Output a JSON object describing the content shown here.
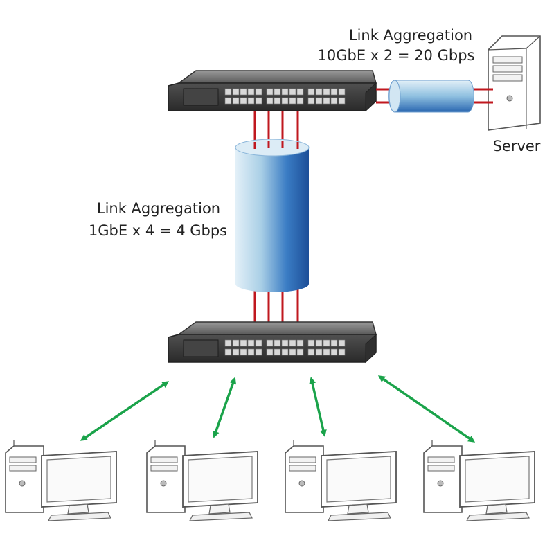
{
  "labels": {
    "top_aggregation_title": "Link Aggregation",
    "top_aggregation_detail": "10GbE x 2 = 20 Gbps",
    "mid_aggregation_title": "Link Aggregation",
    "mid_aggregation_detail": "1GbE x 4 = 4 Gbps",
    "server": "Server"
  },
  "colors": {
    "link_red": "#c0181f",
    "arrow_green": "#1aa34a",
    "pipe_dark": "#1f5eab",
    "pipe_light": "#dcecf6",
    "switch_body": "#3c3c3c",
    "device_outline": "#555555"
  },
  "nodes": [
    {
      "id": "top-switch",
      "type": "switch"
    },
    {
      "id": "bottom-switch",
      "type": "switch"
    },
    {
      "id": "server",
      "type": "server"
    },
    {
      "id": "pc-1",
      "type": "workstation"
    },
    {
      "id": "pc-2",
      "type": "workstation"
    },
    {
      "id": "pc-3",
      "type": "workstation"
    },
    {
      "id": "pc-4",
      "type": "workstation"
    }
  ],
  "links": [
    {
      "from": "top-switch",
      "to": "server",
      "count": 2,
      "kind": "aggregated"
    },
    {
      "from": "top-switch",
      "to": "bottom-switch",
      "count": 4,
      "kind": "aggregated"
    },
    {
      "from": "bottom-switch",
      "to": "pc-1",
      "kind": "bidirectional"
    },
    {
      "from": "bottom-switch",
      "to": "pc-2",
      "kind": "bidirectional"
    },
    {
      "from": "bottom-switch",
      "to": "pc-3",
      "kind": "bidirectional"
    },
    {
      "from": "bottom-switch",
      "to": "pc-4",
      "kind": "bidirectional"
    }
  ]
}
